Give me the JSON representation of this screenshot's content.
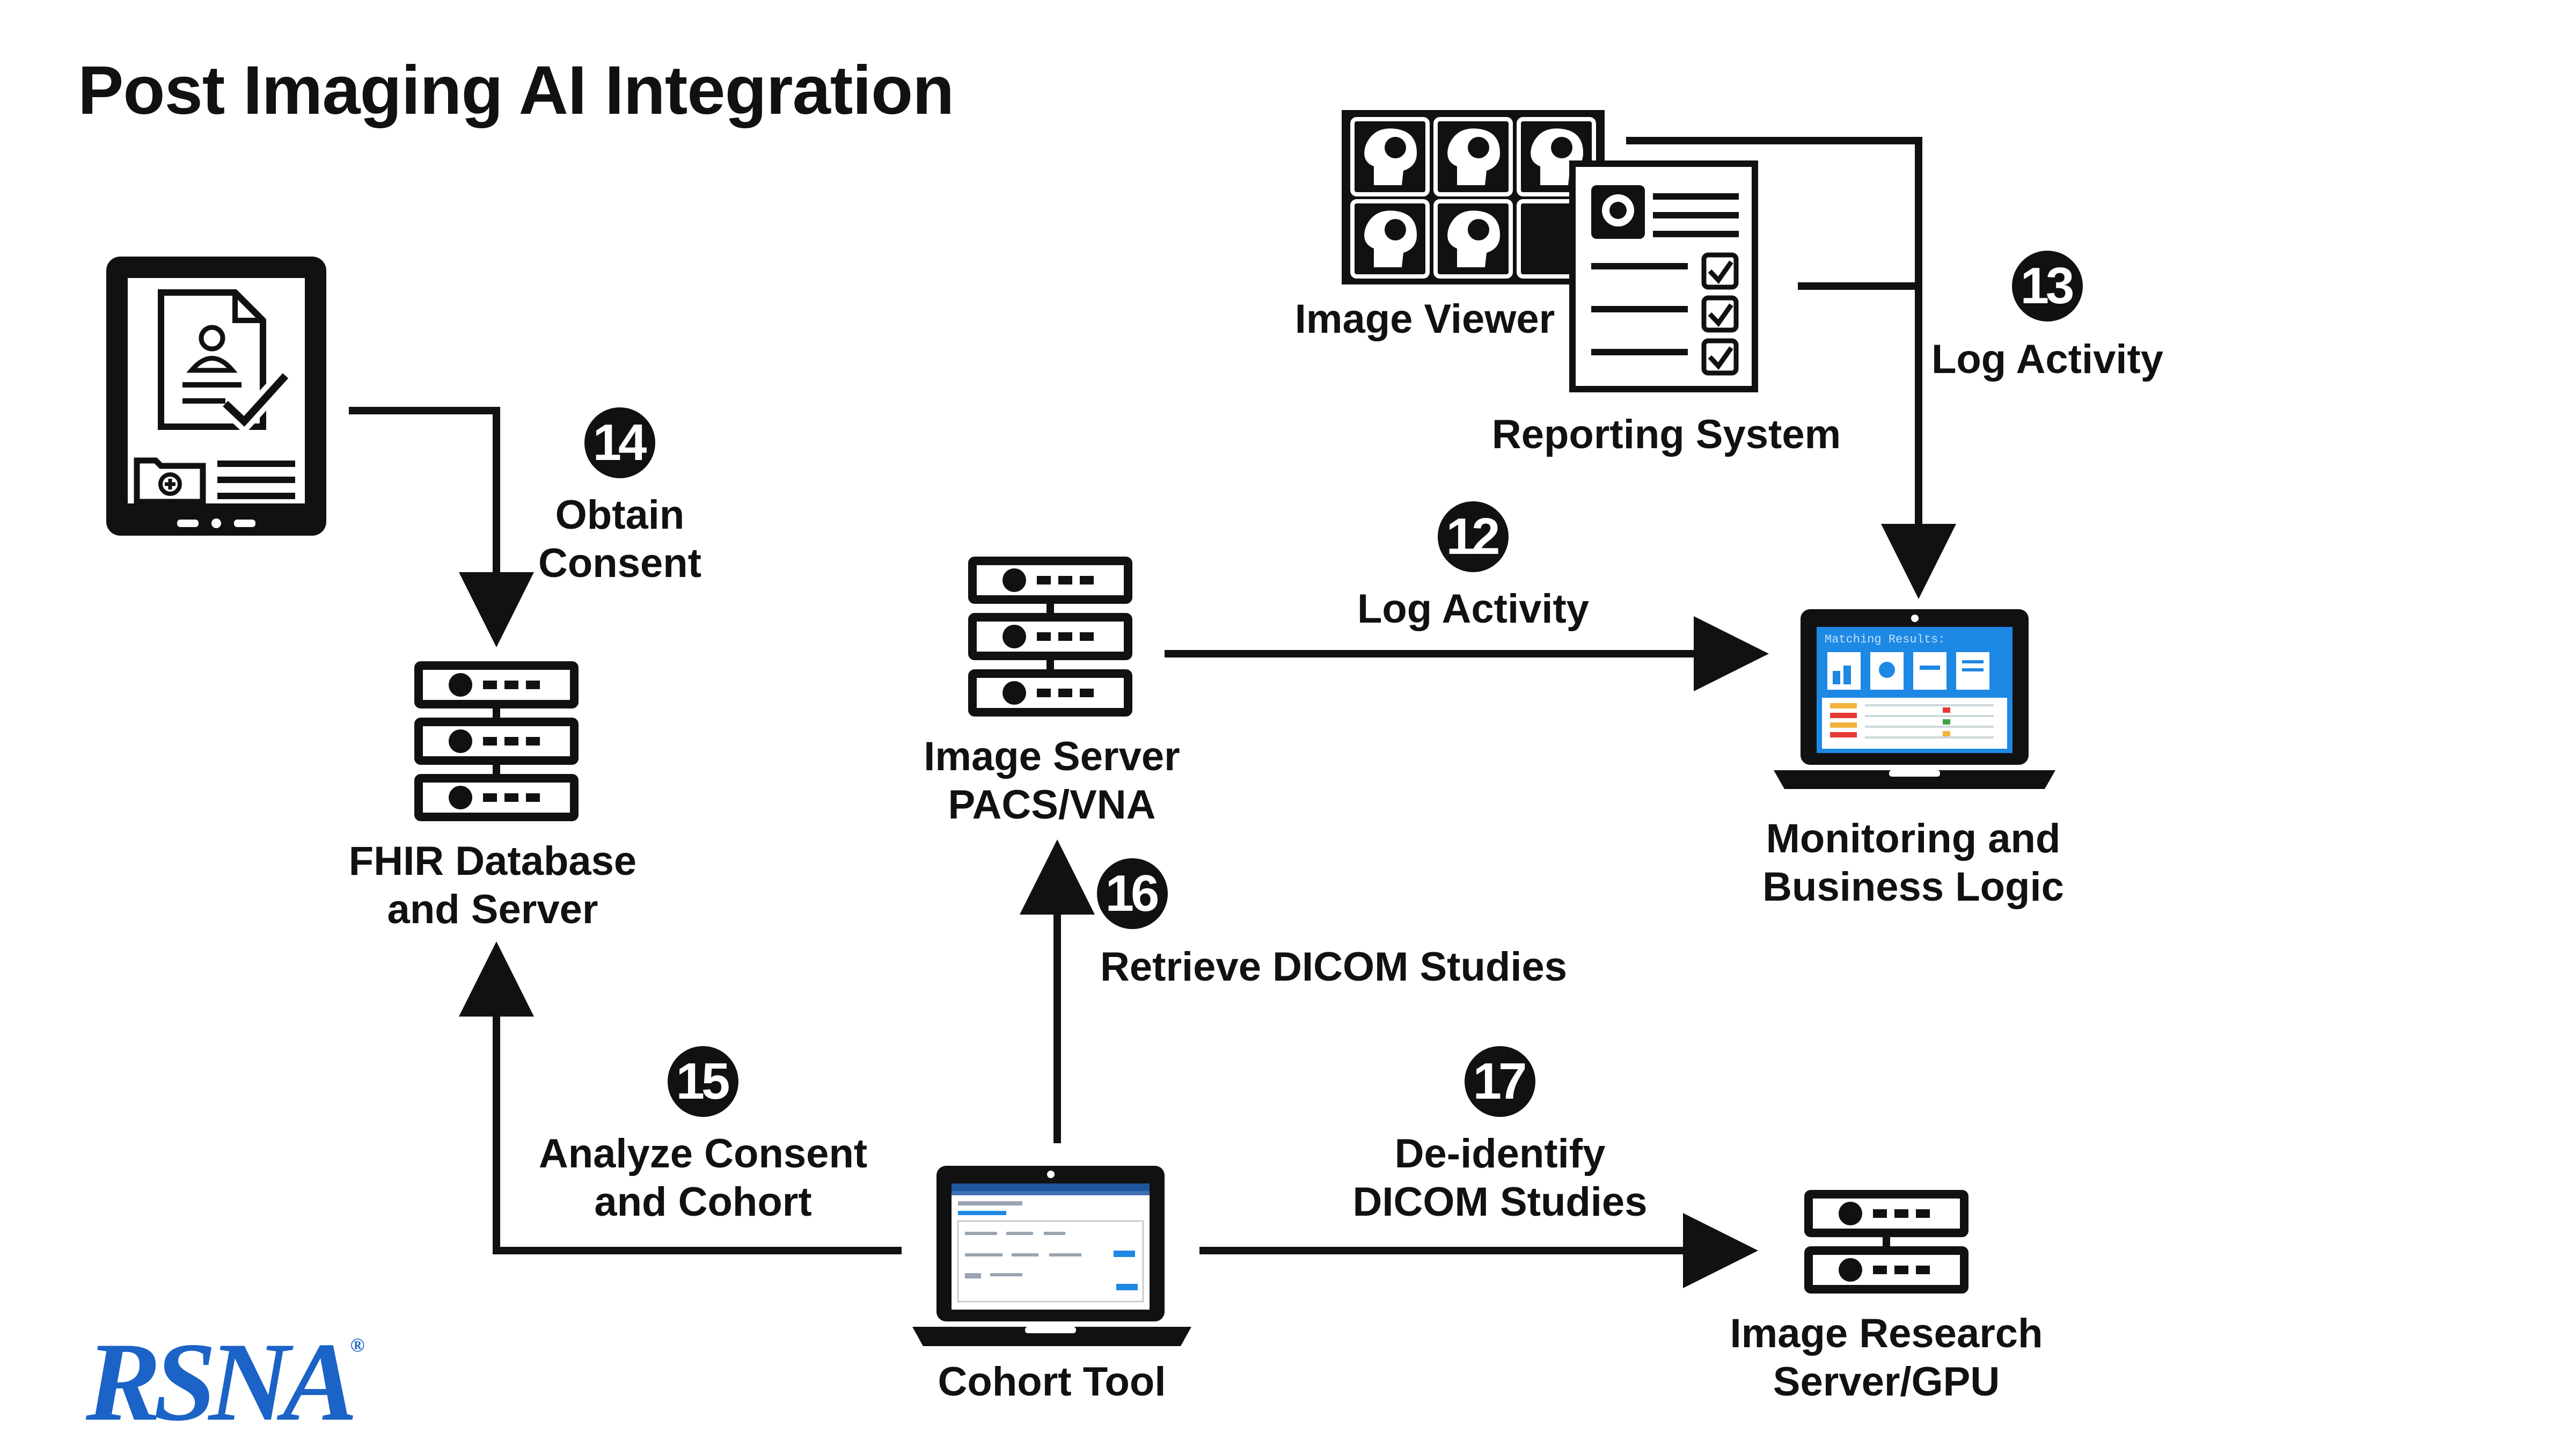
{
  "title": "Post Imaging AI Integration",
  "nodes": {
    "image_viewer": "Image Viewer",
    "reporting_system": "Reporting System",
    "fhir_line1": "FHIR Database",
    "fhir_line2": "and Server",
    "image_server_line1": "Image Server",
    "image_server_line2": "PACS/VNA",
    "monitoring_line1": "Monitoring and",
    "monitoring_line2": "Business Logic",
    "cohort_tool": "Cohort Tool",
    "research_line1": "Image Research",
    "research_line2": "Server/GPU",
    "monitor_screen_text": "Matching Results:"
  },
  "steps": {
    "s12": {
      "number": "12",
      "label_line1": "Log Activity"
    },
    "s13": {
      "number": "13",
      "label_line1": "Log Activity"
    },
    "s14": {
      "number": "14",
      "label_line1": "Obtain",
      "label_line2": "Consent"
    },
    "s15": {
      "number": "15",
      "label_line1": "Analyze Consent",
      "label_line2": "and Cohort"
    },
    "s16": {
      "number": "16",
      "label_line1": "Retrieve DICOM Studies"
    },
    "s17": {
      "number": "17",
      "label_line1": "De-identify",
      "label_line2": "DICOM Studies"
    }
  },
  "logo": {
    "text": "RSNA",
    "mark": "®",
    "color": "#1b63c6"
  },
  "colors": {
    "ink": "#111111",
    "screen_blue": "#1e88e5",
    "logo_blue": "#1b63c6"
  }
}
